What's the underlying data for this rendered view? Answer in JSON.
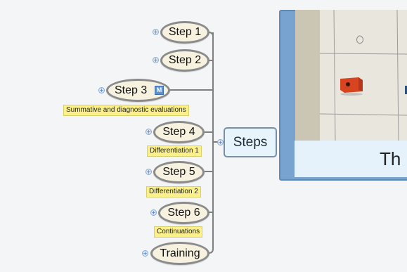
{
  "root": {
    "label": "Steps"
  },
  "steps": [
    {
      "label": "Step 1"
    },
    {
      "label": "Step 2"
    },
    {
      "label": "Step 3",
      "badge": "M",
      "note": "Summative and diagnostic evaluations"
    },
    {
      "label": "Step 4",
      "note": "Differentiation 1"
    },
    {
      "label": "Step 5",
      "note": "Differentiation 2"
    },
    {
      "label": "Step 6",
      "note": "Continuations"
    },
    {
      "label": "Training"
    }
  ],
  "expander_glyph": "+",
  "photo_panel": {
    "caption": "Th"
  },
  "colors": {
    "connector": "#7f7f7f",
    "node_border": "#8b8b8b",
    "node_fill": "#f7f2df",
    "note_fill": "#fbf08a",
    "root_fill": "#e8f4fb",
    "panel_border": "#78a3d0",
    "cube": "#d8441f"
  }
}
